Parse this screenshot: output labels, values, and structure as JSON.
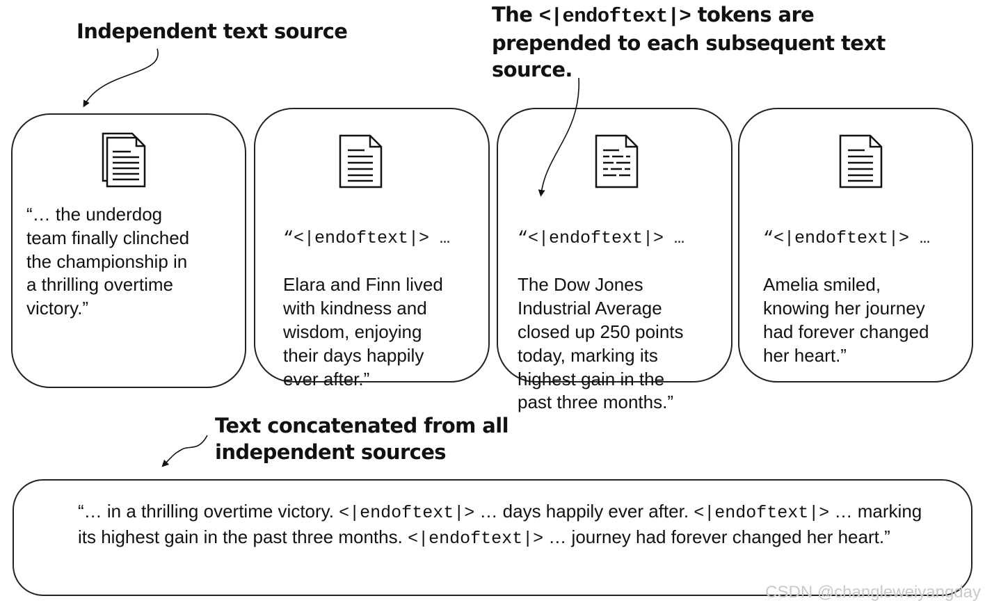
{
  "annotations": {
    "independent": "Independent text source",
    "endoftext_prefix": "The",
    "endoftext_token": "<|endoftext|>",
    "endoftext_rest": "tokens are",
    "endoftext_line2": "prepended to each subsequent text",
    "endoftext_line3": "source.",
    "concat_line1": "Text concatenated from all",
    "concat_line2": "independent sources"
  },
  "boxes": [
    {
      "token": "",
      "text": "“… the underdog\nteam finally clinched\nthe championship in\na thrilling overtime\nvictory.”"
    },
    {
      "token": "“<|endoftext|> …",
      "text": "Elara and Finn lived\nwith kindness and\nwisdom, enjoying\ntheir days happily\never after.”"
    },
    {
      "token": "“<|endoftext|> …",
      "text": "The Dow Jones\nIndustrial Average\nclosed up 250 points\ntoday, marking its\nhighest gain in the\npast three months.”"
    },
    {
      "token": "“<|endoftext|> …",
      "text": "Amelia smiled,\nknowing her journey\nhad forever changed\nher heart.”"
    }
  ],
  "icons": [
    "multi-page-document-icon",
    "document-icon",
    "data-document-icon",
    "document-icon"
  ],
  "bottom": {
    "seg1": "“… in a thrilling overtime victory. ",
    "tok1": "<|endoftext|>",
    "seg2": " … days happily ever after. ",
    "tok2": "<|endoftext|>",
    "seg3": " … marking its highest gain in the past three months. ",
    "tok3": "<|endoftext|>",
    "seg4": " … journey had forever changed her heart.”"
  },
  "watermark": "CSDN @changleweiyangday",
  "colors": {
    "stroke": "#222222",
    "text": "#111111",
    "watermark": "#c9c9c9"
  }
}
